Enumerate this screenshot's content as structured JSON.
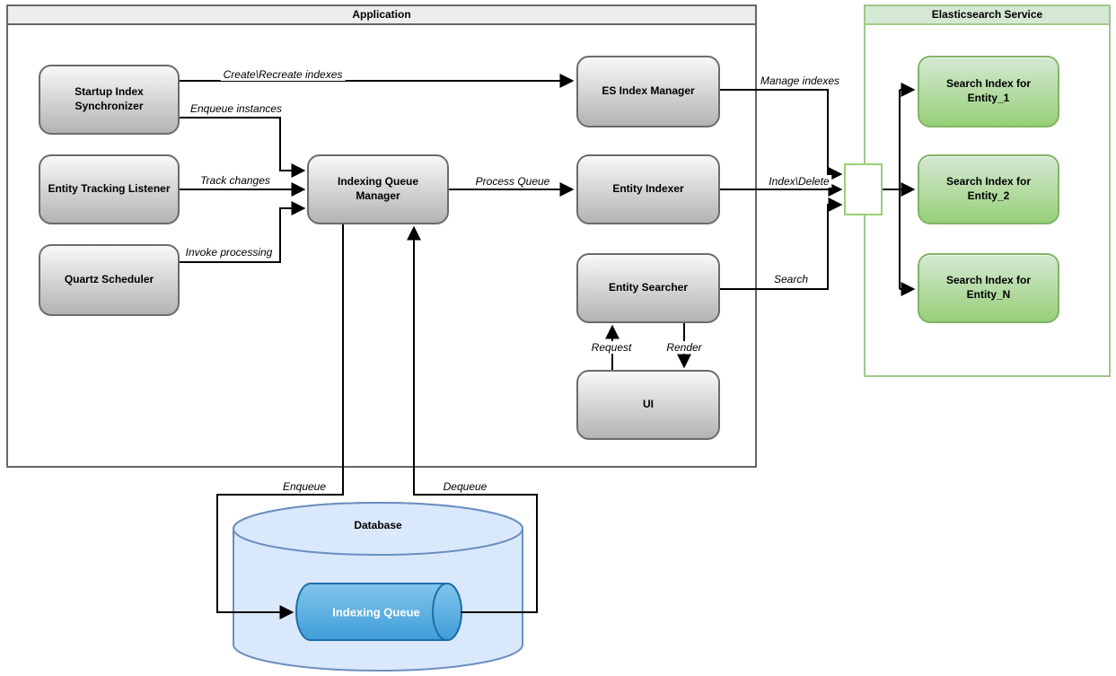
{
  "application": {
    "title": "Application",
    "nodes": {
      "startup_index_synchronizer": "Startup Index Synchronizer",
      "entity_tracking_listener": "Entity Tracking Listener",
      "quartz_scheduler": "Quartz Scheduler",
      "indexing_queue_manager": "Indexing Queue Manager",
      "es_index_manager": "ES Index Manager",
      "entity_indexer": "Entity Indexer",
      "entity_searcher": "Entity Searcher",
      "ui": "UI"
    }
  },
  "elasticsearch": {
    "title": "Elasticsearch Service",
    "nodes": {
      "search_index_entity_1": "Search Index for Entity_1",
      "search_index_entity_2": "Search Index for Entity_2",
      "search_index_entity_n": "Search Index for Entity_N"
    }
  },
  "database": {
    "label": "Database",
    "queue_label": "Indexing Queue"
  },
  "edges": {
    "create_recreate": "Create\\Recreate indexes",
    "enqueue_instances": "Enqueue instances",
    "track_changes": "Track changes",
    "invoke_processing": "Invoke processing",
    "process_queue": "Process Queue",
    "manage_indexes": "Manage indexes",
    "index_delete": "Index\\Delete",
    "search": "Search",
    "request": "Request",
    "render": "Render",
    "enqueue": "Enqueue",
    "dequeue": "Dequeue"
  },
  "colors": {
    "gray_node_top": "#f8f8f8",
    "gray_node_bottom": "#b3b3b3",
    "gray_node_border": "#6b6b6b",
    "green_node_top": "#d5e8d4",
    "green_node_bottom": "#97d077",
    "green_node_border": "#82b366",
    "green_container_border": "#a0c88a",
    "app_titlebar_fill": "#ededed",
    "db_fill": "#dae8fc",
    "db_border": "#6c8ebf",
    "queue_fill_top": "#82c5ec",
    "queue_fill_bottom": "#3f9ed8",
    "queue_border": "#1c6ea8",
    "edge_color": "#000000"
  }
}
